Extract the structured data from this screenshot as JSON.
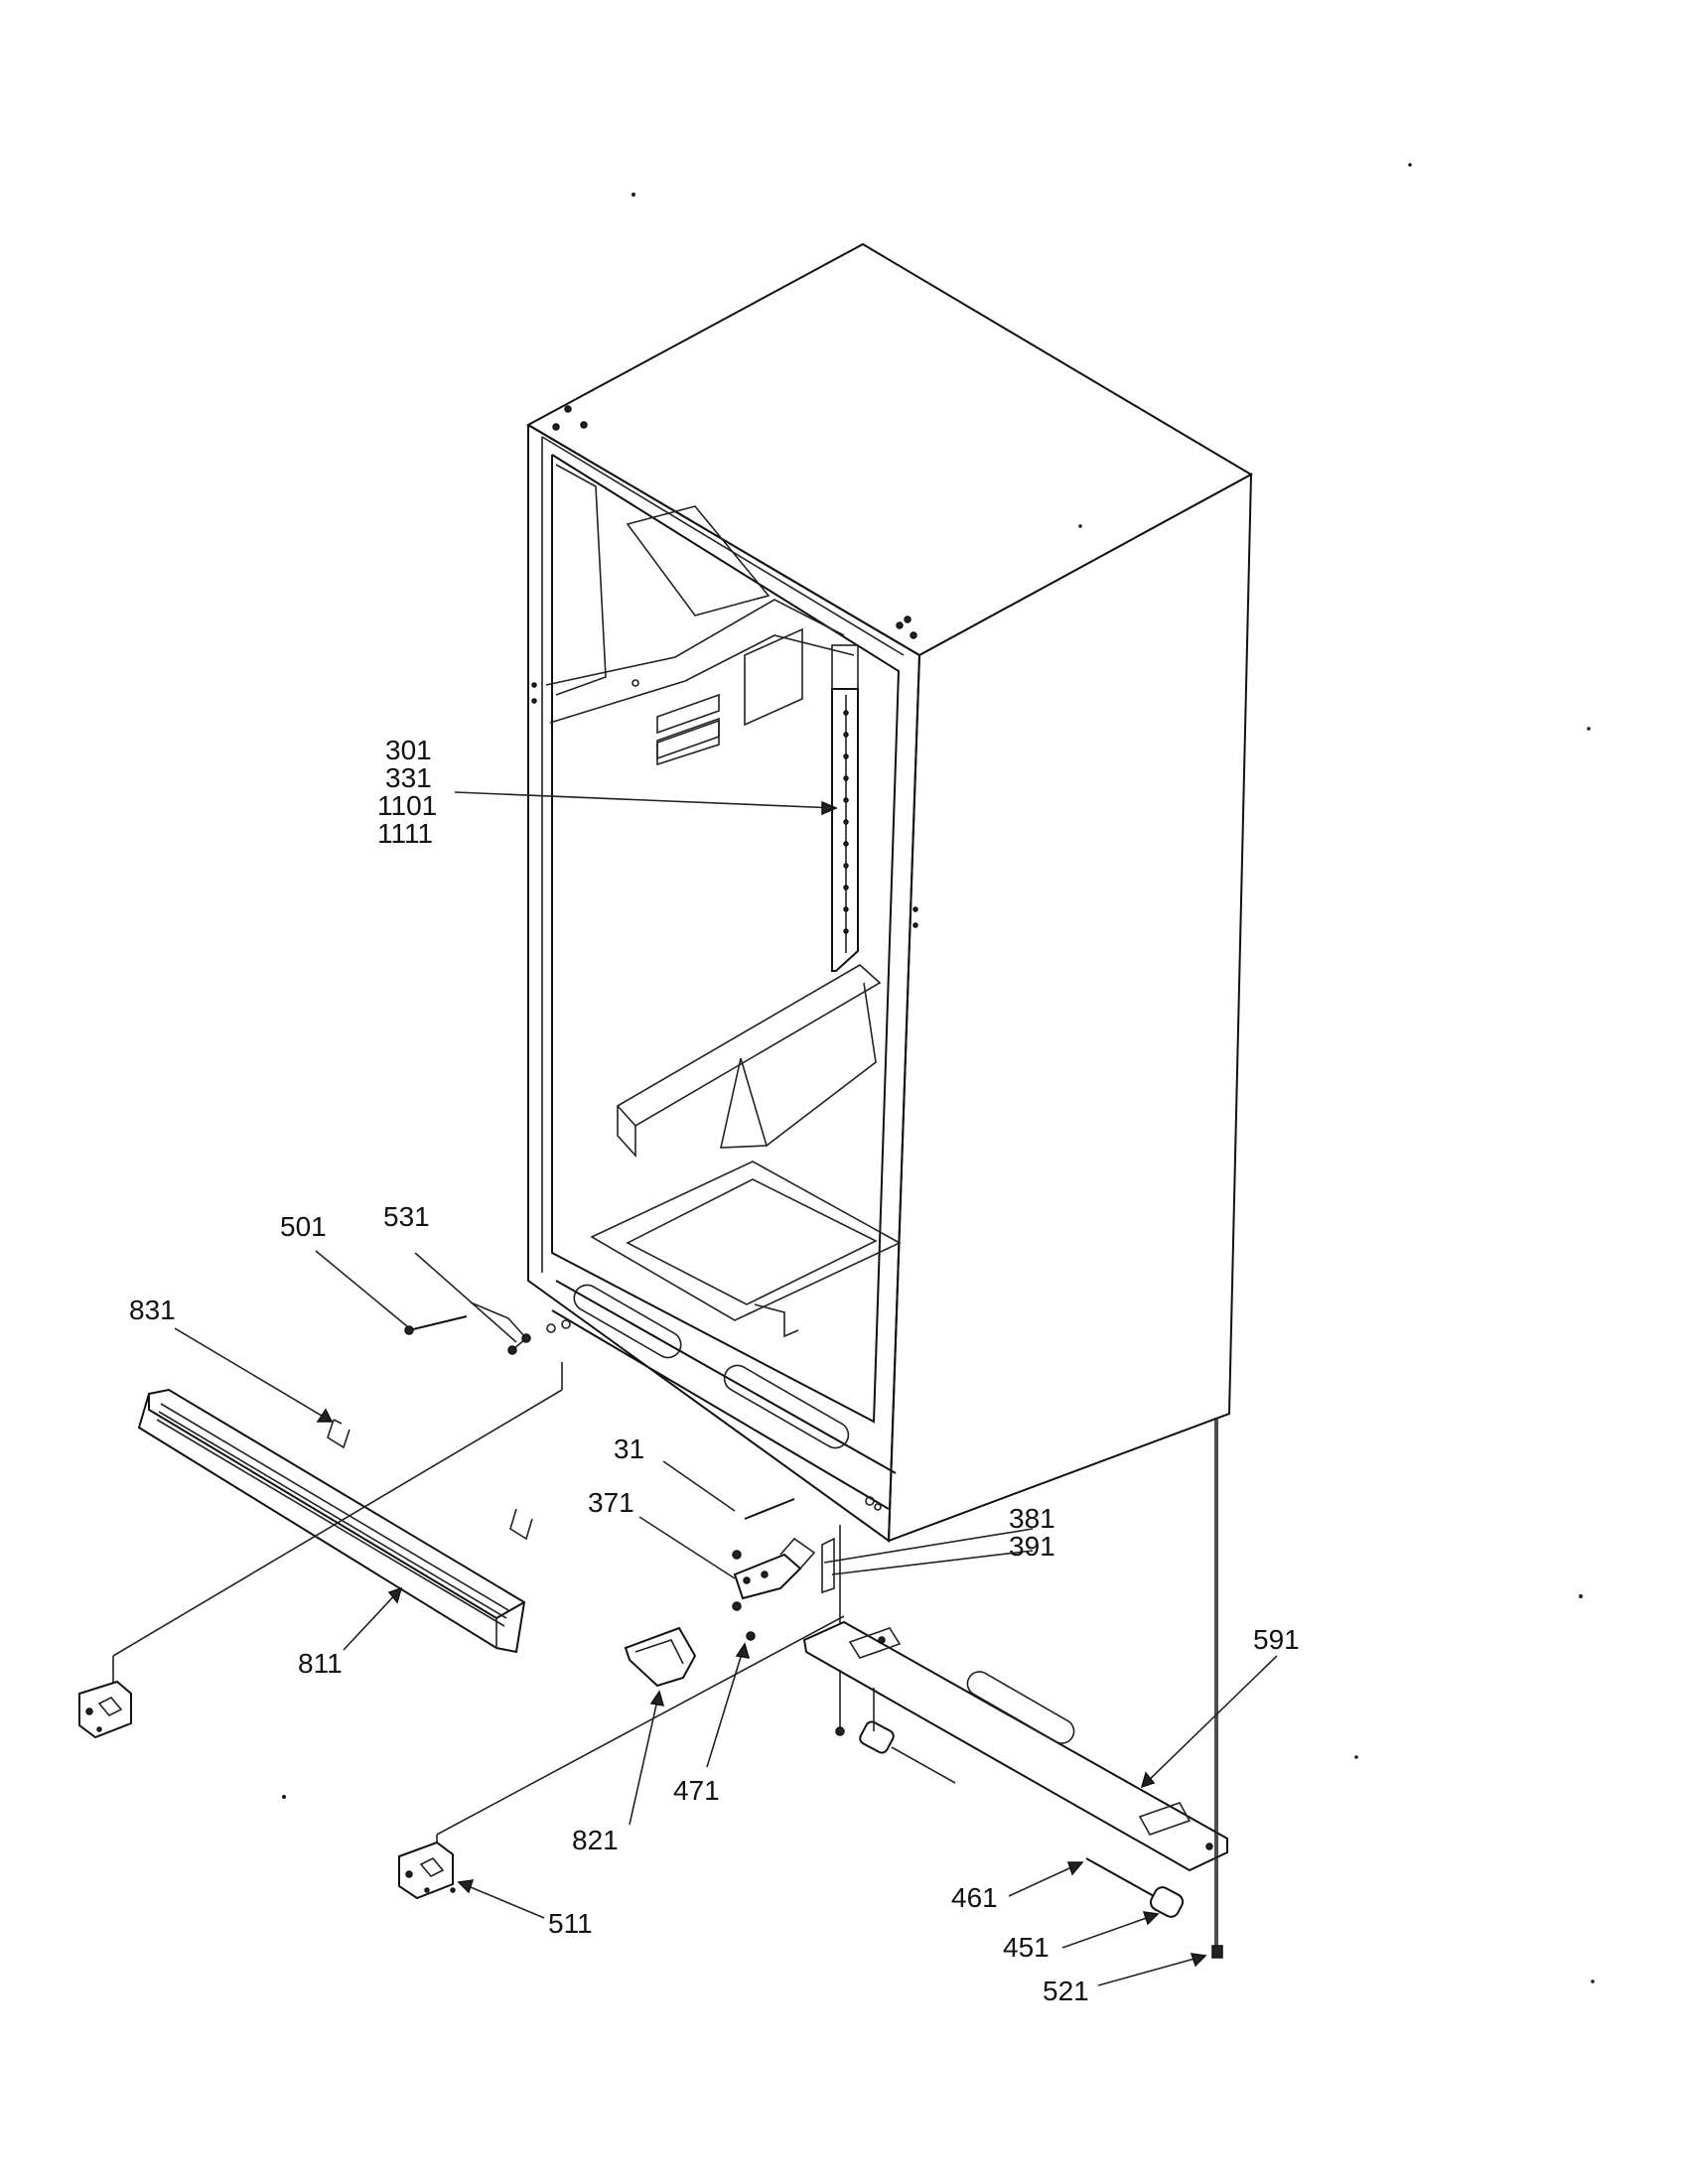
{
  "callouts": {
    "c301": "301",
    "c331": "331",
    "c1101": "1101",
    "c1111": "1111",
    "c501": "501",
    "c531": "531",
    "c831": "831",
    "c811": "811",
    "c31": "31",
    "c371": "371",
    "c381": "381",
    "c391": "391",
    "c591": "591",
    "c471": "471",
    "c821": "821",
    "c511": "511",
    "c461": "461",
    "c451": "451",
    "c521": "521"
  }
}
